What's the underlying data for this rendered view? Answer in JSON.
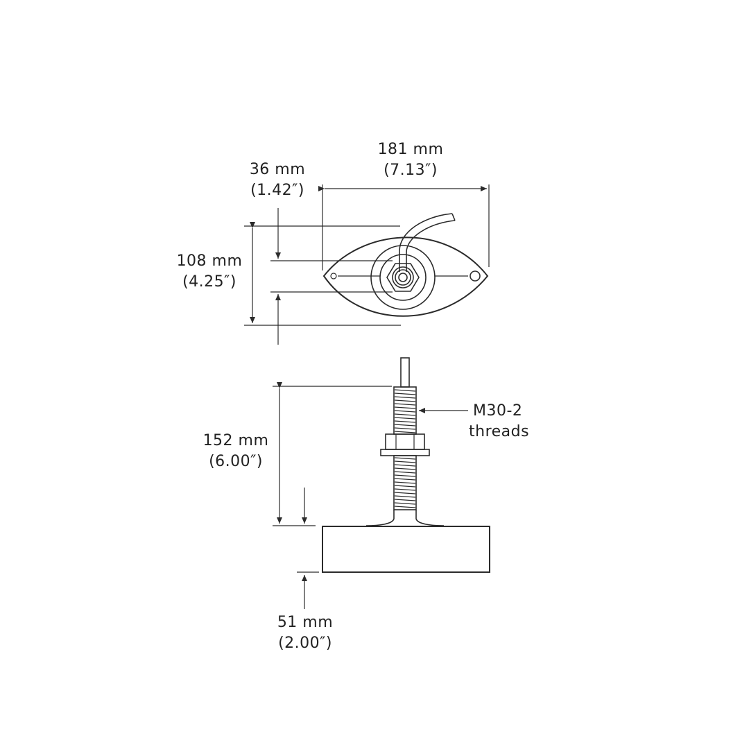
{
  "dimensions": {
    "width": {
      "metric": "181 mm",
      "imperial": "(7.13″)"
    },
    "offset": {
      "metric": "36 mm",
      "imperial": "(1.42″)"
    },
    "height_top": {
      "metric": "108 mm",
      "imperial": "(4.25″)"
    },
    "stem_height": {
      "metric": "152 mm",
      "imperial": "(6.00″)"
    },
    "base_height": {
      "metric": "51 mm",
      "imperial": "(2.00″)"
    }
  },
  "callouts": {
    "thread": {
      "line1": "M30-2",
      "line2": "threads"
    }
  },
  "colors": {
    "line": "#2b2b2b",
    "text": "#222222",
    "background": "#ffffff"
  }
}
